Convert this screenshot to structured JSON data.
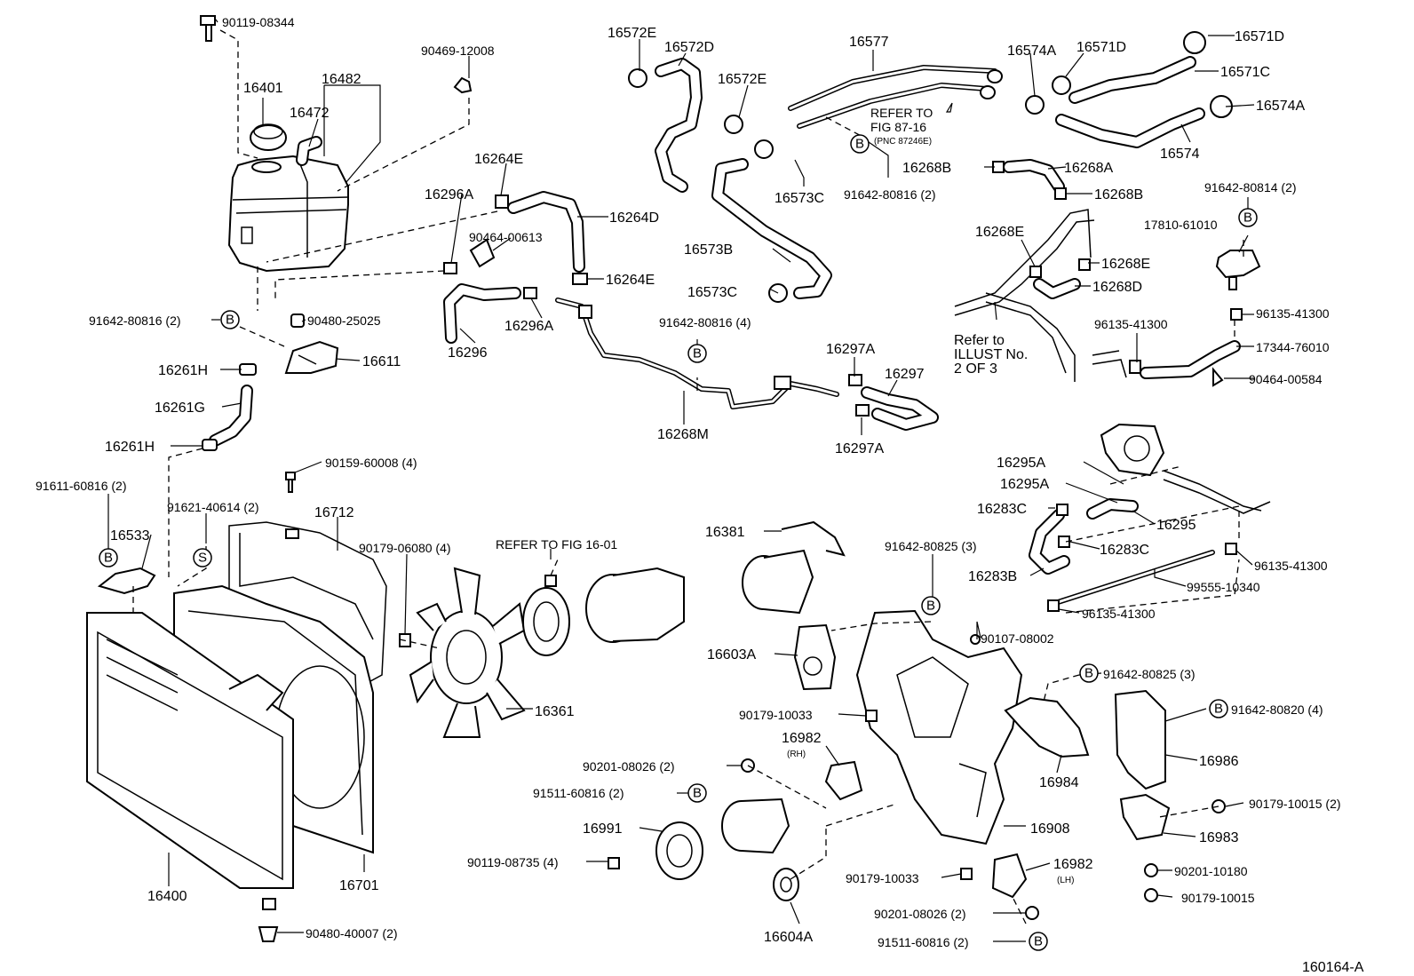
{
  "labels": {
    "p90119_08344": "90119-08344",
    "p90469_12008": "90469-12008",
    "p16401": "16401",
    "p16482": "16482",
    "p16472": "16472",
    "p16572E_a": "16572E",
    "p16572D": "16572D",
    "p16572E_b": "16572E",
    "p16577": "16577",
    "p16574A_a": "16574A",
    "p16571D": "16571D",
    "p16571C": "16571C",
    "p16574A_b": "16574A",
    "p16574": "16574",
    "refer_87_1": "REFER TO",
    "refer_87_2": "FIG 87-16",
    "refer_87_3": "(PNC 87246E)",
    "p91642_80816_2_top": "91642-80816 (2)",
    "p16573C_a": "16573C",
    "p16268B_a": "16268B",
    "p16268A": "16268A",
    "p16268B_b": "16268B",
    "p16264E_a": "16264E",
    "p16296A_a": "16296A",
    "p16264D": "16264D",
    "p90464_00613": "90464-00613",
    "p16264E_b": "16264E",
    "p16296A_b": "16296A",
    "p16296": "16296",
    "p16573B": "16573B",
    "p16573C_b": "16573C",
    "p91642_80814": "91642-80814 (2)",
    "p17810_61010": "17810-61010",
    "p16268E_a": "16268E",
    "p16268E_b": "16268E",
    "p16268D": "16268D",
    "p96135_41300_a": "96135-41300",
    "p17344_76010": "17344-76010",
    "p90464_00584": "90464-00584",
    "refer_illust_1": "Refer to",
    "refer_illust_2": "ILLUST No.",
    "refer_illust_3": "2 OF 3",
    "p96135_41300_b": "96135-41300",
    "p91642_80816_2_left": "91642-80816 (2)",
    "p90480_25025": "90480-25025",
    "p16611": "16611",
    "p16261H_a": "16261H",
    "p16261G": "16261G",
    "p16261H_b": "16261H",
    "p91642_80816_4": "91642-80816 (4)",
    "p16268M": "16268M",
    "p16297A_a": "16297A",
    "p16297": "16297",
    "p16297A_b": "16297A",
    "p90159_60008": "90159-60008 (4)",
    "p91611_60816": "91611-60816 (2)",
    "p91621_40614": "91621-40614 (2)",
    "p16712": "16712",
    "p16533": "16533",
    "p90179_06080": "90179-06080 (4)",
    "refer_16_01": "REFER TO FIG 16-01",
    "p16381": "16381",
    "p91642_80825_a": "91642-80825 (3)",
    "p16295A_a": "16295A",
    "p16295A_b": "16295A",
    "p16283C_a": "16283C",
    "p16295": "16295",
    "p16283C_b": "16283C",
    "p16283B": "16283B",
    "p96135_41300_c": "96135-41300",
    "p99555_10340": "99555-10340",
    "p96135_41300_d": "96135-41300",
    "p90107_08002": "90107-08002",
    "p16603A": "16603A",
    "p91642_80825_b": "91642-80825 (3)",
    "p16361": "16361",
    "p90179_10033_a": "90179-10033",
    "p16982_rh": "16982",
    "rh": "(RH)",
    "p91642_80820": "91642-80820 (4)",
    "p16986": "16986",
    "p16984": "16984",
    "p90201_08026_a": "90201-08026 (2)",
    "p91511_60816_a": "91511-60816 (2)",
    "p90179_10015_a": "90179-10015 (2)",
    "p16991": "16991",
    "p16908": "16908",
    "p16983": "16983",
    "p90119_08735": "90119-08735 (4)",
    "p90179_10033_b": "90179-10033",
    "p16982_lh": "16982",
    "lh": "(LH)",
    "p90201_10180": "90201-10180",
    "p16400": "16400",
    "p16701": "16701",
    "p90201_08026_b": "90201-08026 (2)",
    "p90179_10015_b": "90179-10015",
    "p90480_40007": "90480-40007 (2)",
    "p16604A": "16604A",
    "p91511_60816_b": "91511-60816 (2)",
    "fig_code": "160164-A"
  },
  "symbols": {
    "b": "B",
    "s": "S"
  }
}
